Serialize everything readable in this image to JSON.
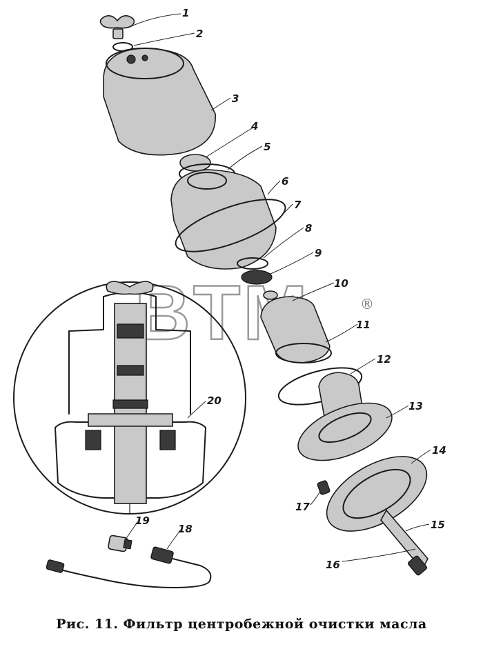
{
  "figure": {
    "caption": "Рис. 11. Фильтр центробежной очистки масла",
    "watermark": "BTM",
    "watermark_mark": "®"
  },
  "callouts": [
    "1",
    "2",
    "3",
    "4",
    "5",
    "6",
    "7",
    "8",
    "9",
    "10",
    "11",
    "12",
    "13",
    "14",
    "15",
    "16",
    "17",
    "18",
    "19",
    "20"
  ]
}
